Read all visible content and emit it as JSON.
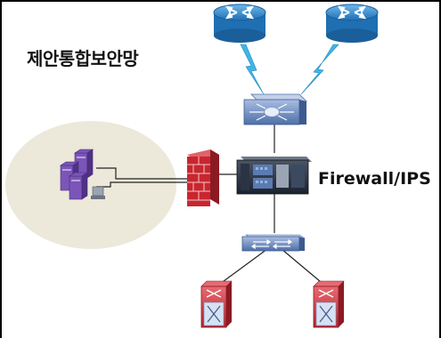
{
  "diagram": {
    "title": "제안통합보안망",
    "firewall_label": "Firewall/IPS",
    "nodes": [
      {
        "id": "router-left",
        "kind": "router-icon"
      },
      {
        "id": "router-right",
        "kind": "router-icon"
      },
      {
        "id": "l3-switch",
        "kind": "multilayer-switch-icon"
      },
      {
        "id": "firewall-ips",
        "kind": "firewall-appliance-icon"
      },
      {
        "id": "firewall-wall",
        "kind": "brick-firewall-icon"
      },
      {
        "id": "server-cluster",
        "kind": "server-cluster-icon"
      },
      {
        "id": "workgroup-switch",
        "kind": "switch-icon"
      },
      {
        "id": "atm-switch-left",
        "kind": "atm-switch-icon"
      },
      {
        "id": "atm-switch-right",
        "kind": "atm-switch-icon"
      }
    ]
  },
  "colors": {
    "router_blue": "#3a93d8",
    "switch_blue": "#6f8fc4",
    "firewall_red": "#c8262f",
    "atm_red": "#d23a45",
    "server_purple": "#7b55b8",
    "zone_fill": "#ece8da",
    "lightning": "#42b4e6"
  }
}
